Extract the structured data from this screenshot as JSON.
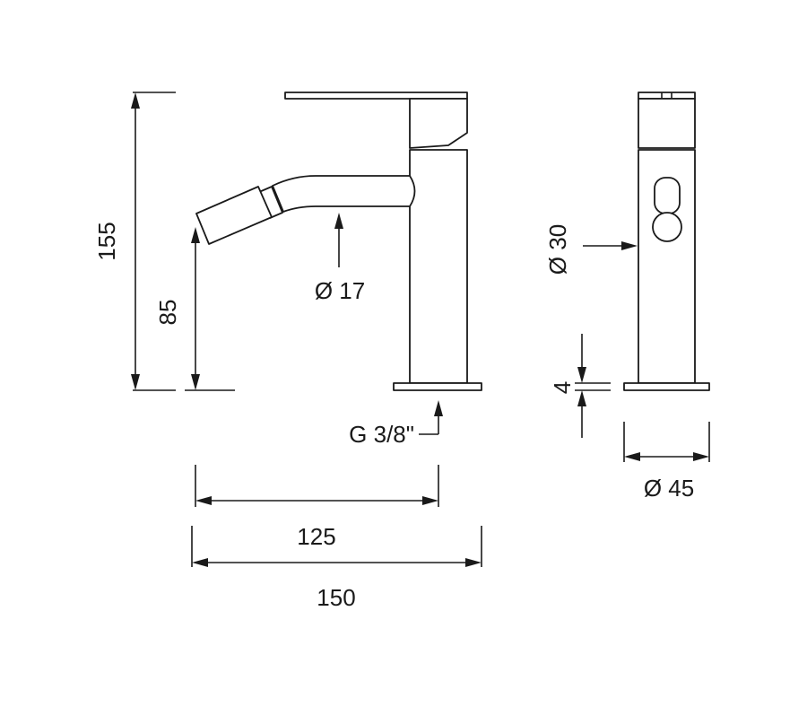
{
  "dimensions": {
    "height_total": "155",
    "spout_height": "85",
    "spout_diameter": "Ø 17",
    "connection": "G 3/8\"",
    "spout_reach": "125",
    "base_length": "150",
    "body_diameter": "Ø 30",
    "base_thickness": "4",
    "base_diameter": "Ø 45"
  }
}
